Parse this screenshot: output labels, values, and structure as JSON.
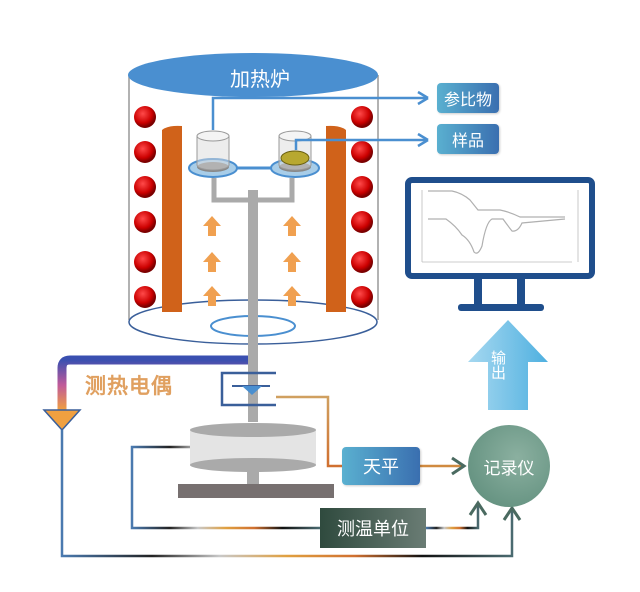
{
  "title": "Thermogravimetric / DTA instrument schematic",
  "furnace": {
    "label": "加热炉"
  },
  "crucibles": {
    "reference_label": "参比物",
    "sample_label": "样品"
  },
  "thermocouple": {
    "label": "测热电偶"
  },
  "balance": {
    "label": "天平"
  },
  "temperature_unit": {
    "label": "测温单位"
  },
  "recorder": {
    "label": "记录仪"
  },
  "output": {
    "label": "输出"
  },
  "monitor": {
    "screen_chart": {
      "type": "line",
      "description": "TG and DTA curves displayed on monitor (illegible tick text)",
      "series": [
        {
          "name": "upper-curve",
          "shape": "step-down"
        },
        {
          "name": "lower-curve",
          "shape": "two-dips"
        }
      ]
    }
  },
  "colors": {
    "furnace_top": "#4a8fd0",
    "heater_bar": "#d0621a",
    "heater_ball": "#cc0000",
    "heat_arrow": "#f0a050",
    "monitor_frame": "#1f4e8c",
    "output_arrow": "#7cc4e8",
    "recorder": "#6a9a88",
    "thermo_label": "#e0a060"
  }
}
